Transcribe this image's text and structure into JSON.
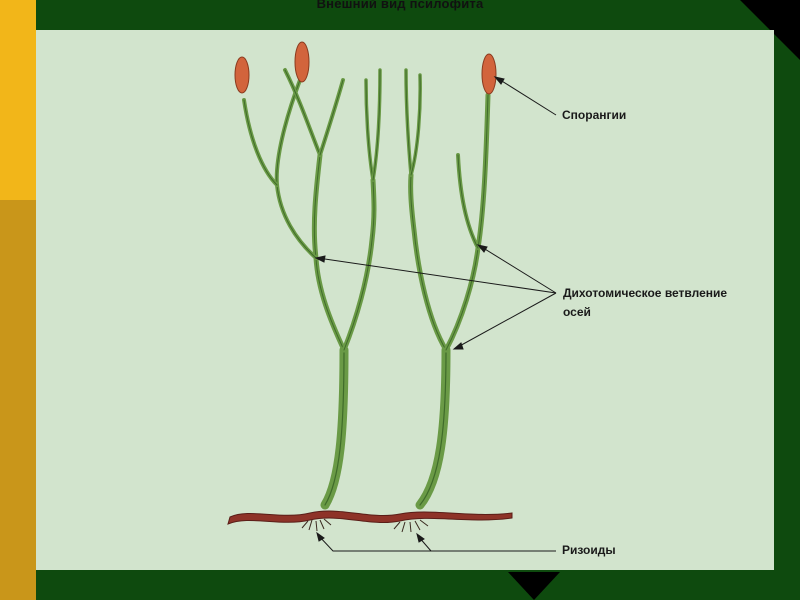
{
  "slide": {
    "title": "Внешний вид псилофита",
    "colors": {
      "background": "#0e4a0e",
      "accent_top": "#f2b619",
      "accent_bottom": "#c9961a",
      "panel": "#d2e4cd",
      "stem": "#6a9a46",
      "sporangium": "#d2643c",
      "rhizome": "#8e3328"
    }
  },
  "diagram": {
    "labels": {
      "sporangia": "Спорангии",
      "branching_line1": "Дихотомическое ветвление",
      "branching_line2": "осей",
      "rhizoids": "Ризоиды"
    }
  }
}
